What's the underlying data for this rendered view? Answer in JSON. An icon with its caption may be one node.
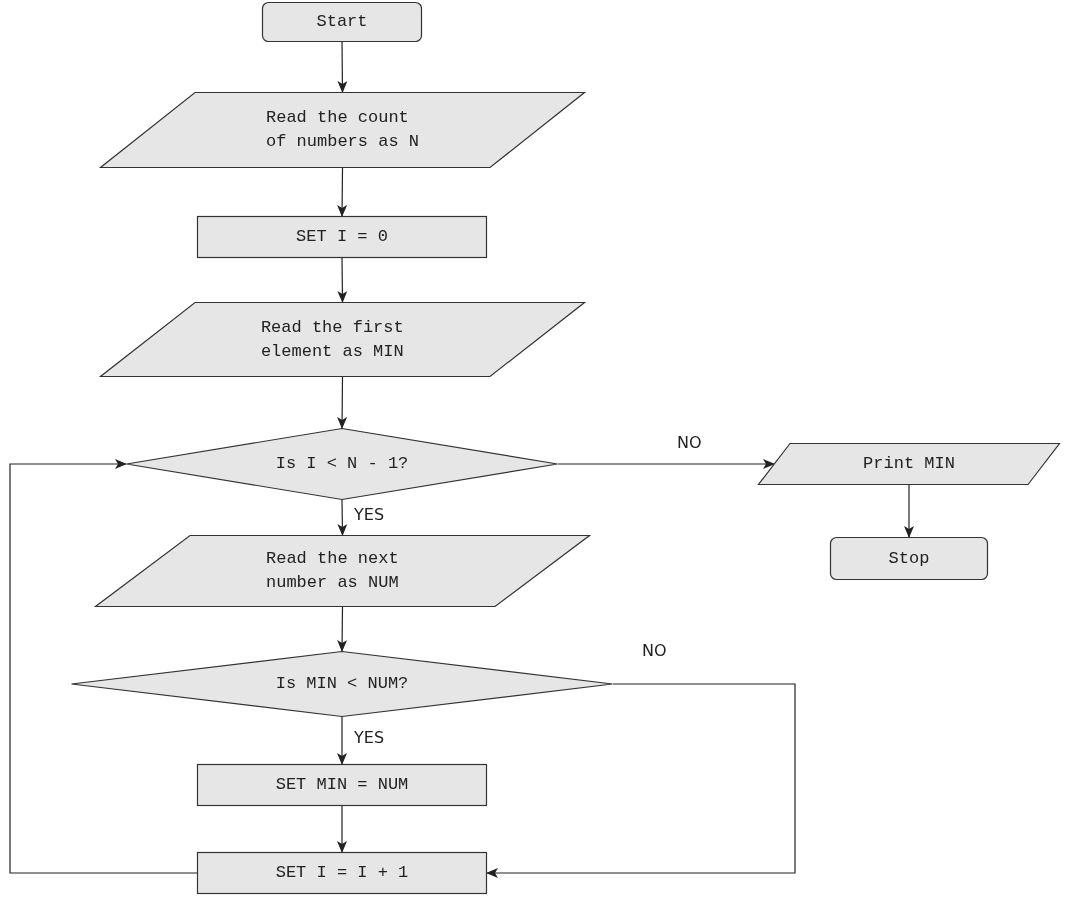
{
  "diagram": {
    "nodes": [
      {
        "text": [
          "Start"
        ]
      },
      {
        "text": [
          "Read the count of numbers as N"
        ]
      },
      {
        "text": [
          "SET I = 0"
        ]
      },
      {
        "text": [
          "Read the first element as MIN"
        ]
      },
      {
        "text": [
          "Is I < N - 1?"
        ]
      },
      {
        "text": [
          "Print MIN"
        ]
      },
      {
        "text": [
          "Stop"
        ]
      },
      {
        "text": [
          "Read the next number as NUM"
        ]
      },
      {
        "text": [
          "Is MIN < NUM?"
        ]
      },
      {
        "text": [
          "SET MIN = NUM"
        ]
      },
      {
        "text": [
          "SET I = I + 1"
        ]
      }
    ],
    "edges": [
      {
        "from": 0,
        "to": 1,
        "arrow": "to"
      },
      {
        "from": 1,
        "to": 2,
        "arrow": "to"
      },
      {
        "from": 2,
        "to": 3,
        "arrow": "to"
      },
      {
        "from": 3,
        "to": 4,
        "arrow": "to"
      },
      {
        "from": 4,
        "to": 5,
        "arrow": "to",
        "label": "NO"
      },
      {
        "from": 5,
        "to": 6,
        "arrow": "to"
      },
      {
        "from": 4,
        "to": 7,
        "arrow": "to",
        "label": "YES"
      },
      {
        "from": 7,
        "to": 8,
        "arrow": "to"
      },
      {
        "from": 8,
        "to": 9,
        "arrow": "to",
        "label": "YES"
      },
      {
        "from": 8,
        "to": 10,
        "arrow": "to",
        "label": "NO"
      },
      {
        "from": 9,
        "to": 10,
        "arrow": "to"
      },
      {
        "from": 10,
        "to": 4,
        "arrow": "to"
      }
    ]
  }
}
